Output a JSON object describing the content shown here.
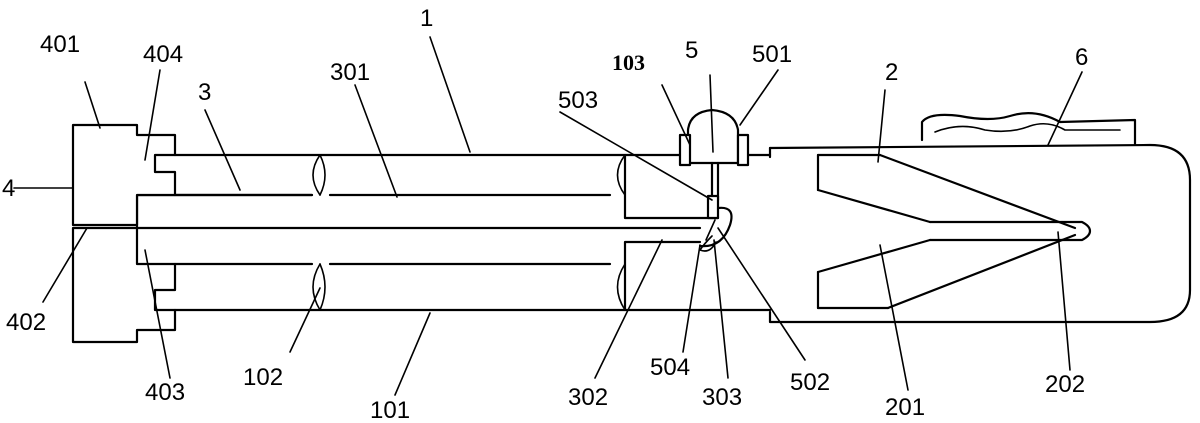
{
  "labels": {
    "l1": "1",
    "l2": "2",
    "l3": "3",
    "l4": "4",
    "l5": "5",
    "l6": "6",
    "l101": "101",
    "l102": "102",
    "l103": "103",
    "l201": "201",
    "l202": "202",
    "l301": "301",
    "l302": "302",
    "l303": "303",
    "l401": "401",
    "l402": "402",
    "l403": "403",
    "l404": "404",
    "l501": "501",
    "l502": "502",
    "l503": "503",
    "l504": "504"
  }
}
